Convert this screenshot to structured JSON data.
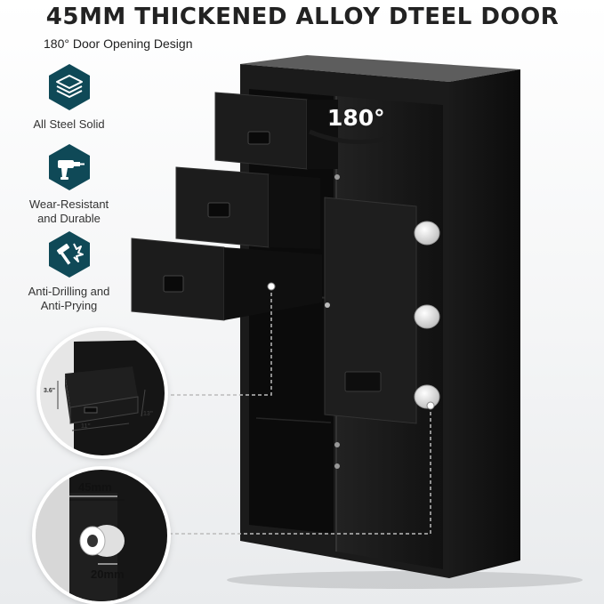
{
  "header": {
    "title": "45MM THICKENED ALLOY DTEEL DOOR",
    "subtitle": "180° Door Opening Design"
  },
  "features": [
    {
      "icon": "stacked-steel-plates-icon",
      "label": "All Steel Solid"
    },
    {
      "icon": "power-drill-icon",
      "label": "Wear-Resistant\nand Durable"
    },
    {
      "icon": "hammer-impact-icon",
      "label": "Anti-Drilling and\nAnti-Prying"
    }
  ],
  "product": {
    "rotation_label": "180°"
  },
  "drawer_inset": {
    "dim_depth": "13\"",
    "dim_width": "11\"",
    "dim_height": "3.6\""
  },
  "bolt_inset": {
    "dim_door_thickness": "45mm",
    "dim_bolt_diameter": "20mm"
  },
  "colors": {
    "badge": "#0f4957",
    "safe_body": "#151515",
    "bolt": "#e8e8e8",
    "text": "#222222"
  }
}
